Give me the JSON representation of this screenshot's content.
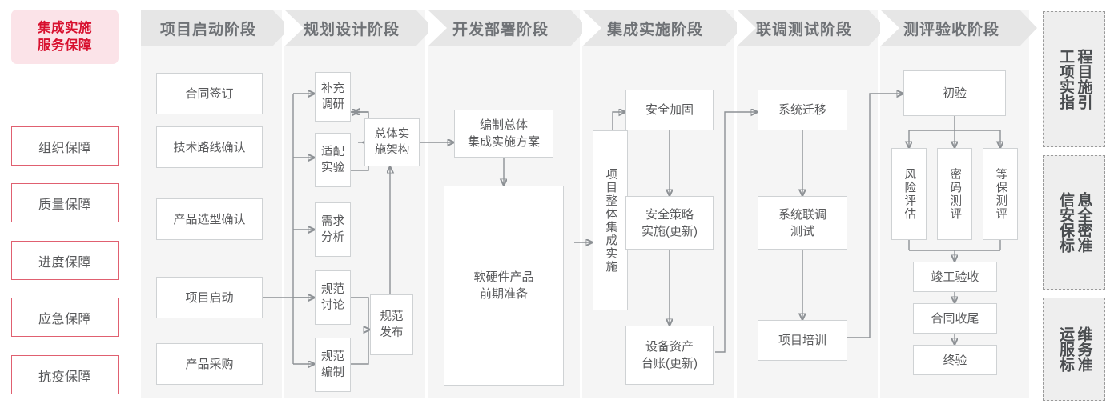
{
  "left_panel": {
    "hero": {
      "line1": "集成实施",
      "line2": "服务保障",
      "bg": "#fbe3e8",
      "color": "#d8112f"
    },
    "guarantees": [
      {
        "label": "组织保障"
      },
      {
        "label": "质量保障"
      },
      {
        "label": "进度保障"
      },
      {
        "label": "应急保障"
      },
      {
        "label": "抗疫保障"
      }
    ],
    "border_color": "#e06070"
  },
  "stages": [
    {
      "id": "start",
      "title": "项目启动阶段",
      "nodes": [
        {
          "label": "合同签订"
        },
        {
          "label": "技术路线确认"
        },
        {
          "label": "产品选型确认"
        },
        {
          "label": "项目启动"
        },
        {
          "label": "产品采购"
        }
      ]
    },
    {
      "id": "plan",
      "title": "规划设计阶段",
      "nodes": [
        {
          "label": "补充\n调研"
        },
        {
          "label": "适配\n实验"
        },
        {
          "label": "需求\n分析"
        },
        {
          "label": "规范\n讨论"
        },
        {
          "label": "规范\n编制"
        },
        {
          "label": "总体实\n施架构"
        },
        {
          "label": "规范\n发布"
        }
      ]
    },
    {
      "id": "dev",
      "title": "开发部署阶段",
      "nodes": [
        {
          "label": "编制总体\n集成实施方案"
        },
        {
          "label": "软硬件产品\n前期准备"
        }
      ]
    },
    {
      "id": "integrate",
      "title": "集成实施阶段",
      "nodes": [
        {
          "label": "项目整体集成实施"
        },
        {
          "label": "安全加固"
        },
        {
          "label": "安全策略\n实施(更新)"
        },
        {
          "label": "设备资产\n台账(更新)"
        }
      ]
    },
    {
      "id": "test",
      "title": "联调测试阶段",
      "nodes": [
        {
          "label": "系统迁移"
        },
        {
          "label": "系统联调\n测试"
        },
        {
          "label": "项目培训"
        }
      ]
    },
    {
      "id": "accept",
      "title": "测评验收阶段",
      "nodes": [
        {
          "label": "初验"
        },
        {
          "label": "风险评估"
        },
        {
          "label": "密码测评"
        },
        {
          "label": "等保测评"
        },
        {
          "label": "竣工验收"
        },
        {
          "label": "合同收尾"
        },
        {
          "label": "终验"
        }
      ]
    }
  ],
  "sidebar": {
    "blocks": [
      {
        "full": "工程项目实施指引",
        "col_right": "程目施引",
        "col_left": "工项实指"
      },
      {
        "full": "信息安全保密标准",
        "col_right": "息全密准",
        "col_left": "信安保标"
      },
      {
        "full": "运维服务标准",
        "col_right": "维务准",
        "col_left": "运服标"
      }
    ]
  },
  "theme": {
    "stage_head_bg": "#e6e6e6",
    "stage_body_bg": "#f5f5f5",
    "node_border": "#cfd2d4",
    "text": "#58595b",
    "wire": "#8d9195"
  }
}
